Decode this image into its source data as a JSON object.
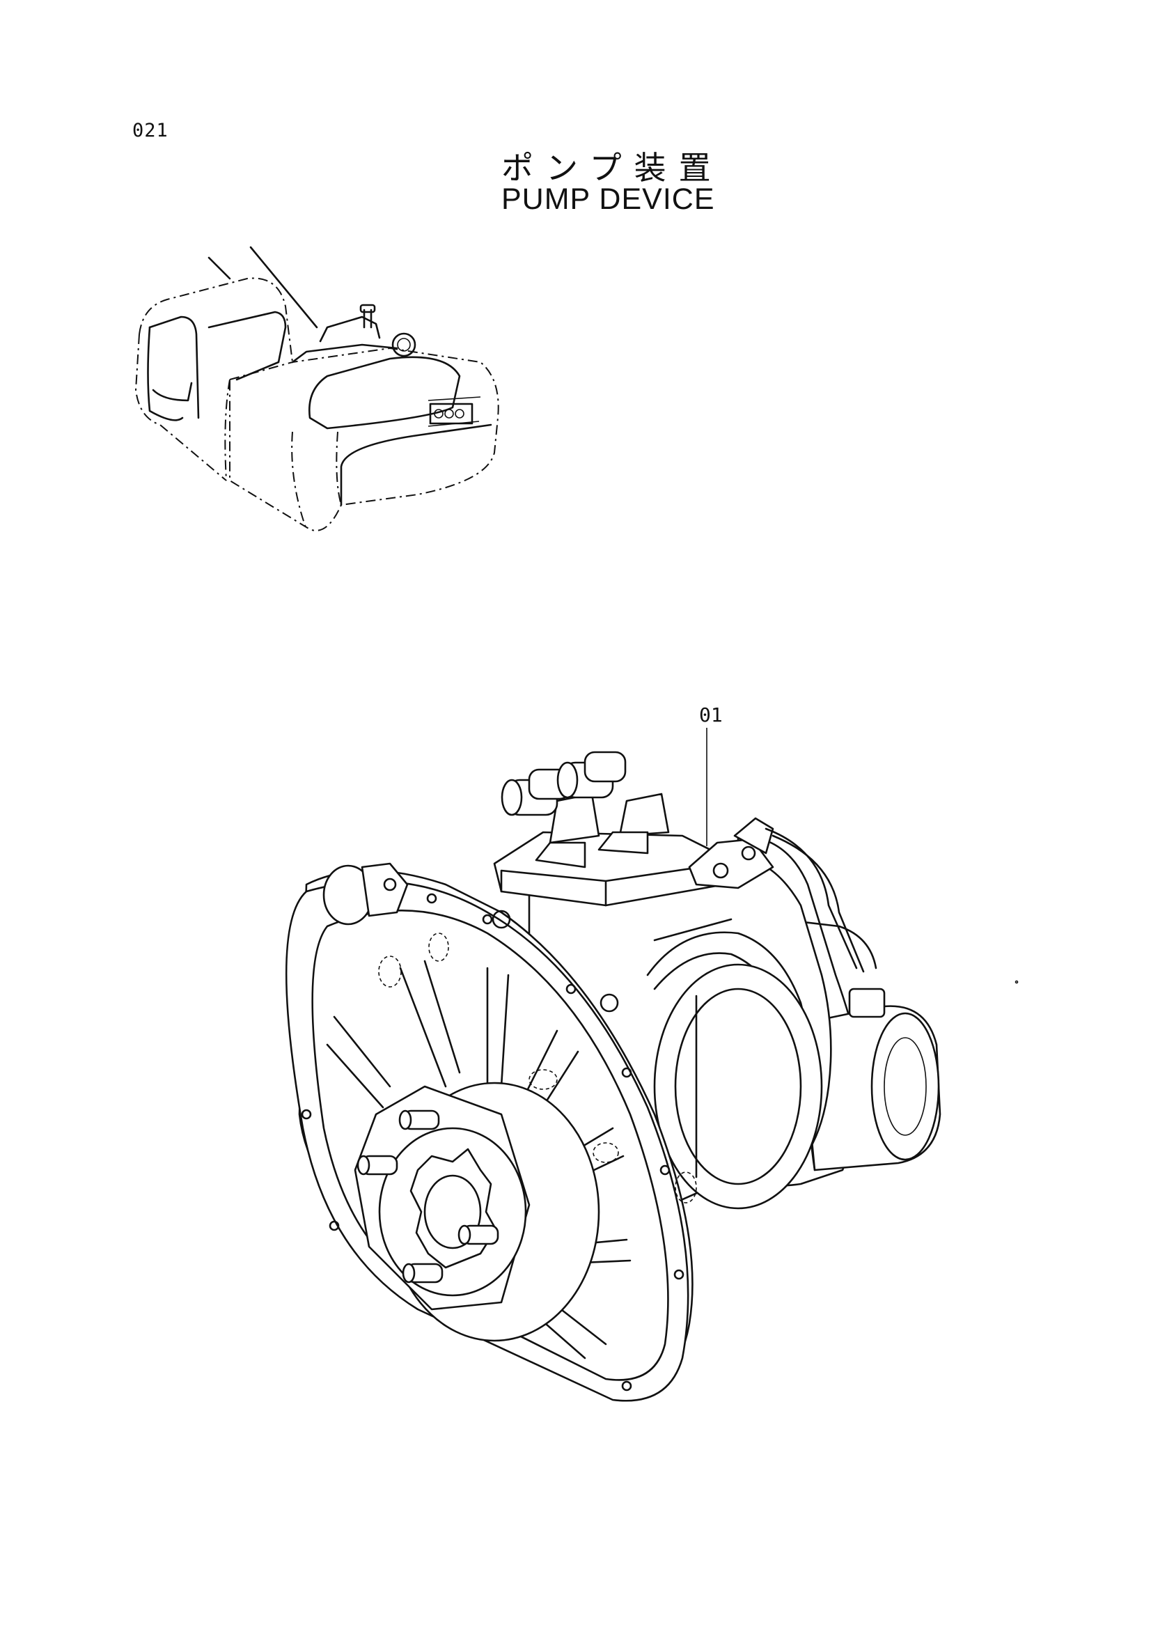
{
  "page": {
    "number": "021"
  },
  "title": {
    "japanese": "ポンプ装置",
    "english": "PUMP DEVICE"
  },
  "callouts": [
    {
      "label": "01"
    }
  ]
}
